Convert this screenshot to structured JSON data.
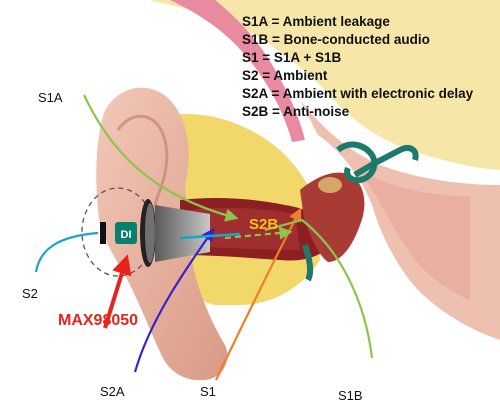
{
  "legend": [
    "S1A = Ambient leakage",
    "S1B = Bone-conducted audio",
    "S1 = S1A + S1B",
    "S2 = Ambient",
    "S2A = Ambient with electronic delay",
    "S2B = Anti-noise"
  ],
  "labels": {
    "s1a": "S1A",
    "s2": "S2",
    "s2a": "S2A",
    "s1": "S1",
    "s1b": "S1B",
    "s2b": "S2B"
  },
  "part_label": "MAX98050",
  "chip_text": "DI",
  "colors": {
    "green_path": "#8dc54b",
    "teal_path": "#1aa4c8",
    "blue_path": "#3424c8",
    "orange_path": "#f07f2a",
    "red_arrow": "#e8231e",
    "s2b_text": "#f2c21f",
    "part_label": "#e8231e"
  }
}
